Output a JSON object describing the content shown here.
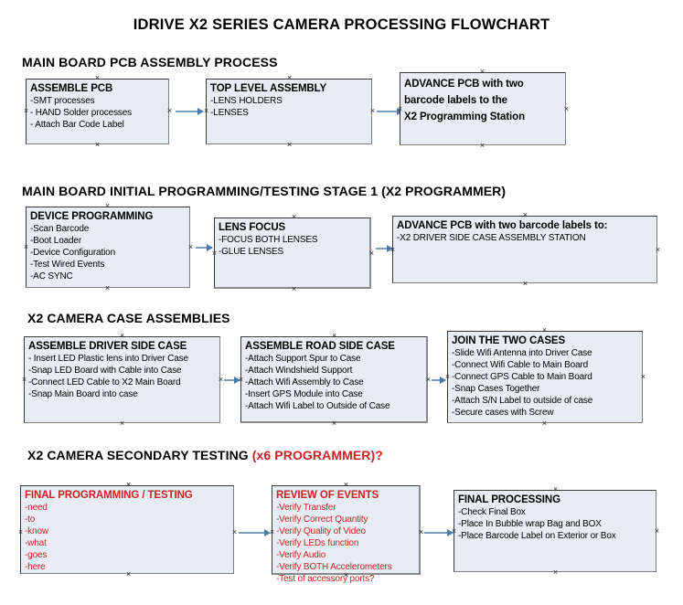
{
  "document": {
    "title": "IDRIVE X2  SERIES CAMERA PROCESSING FLOWCHART",
    "accent_red": "#CC2222",
    "box_fill": "#E8EDF5",
    "box_border": "#3A3A3A",
    "arrow_color": "#7D9DBE"
  },
  "sections": [
    {
      "heading": "MAIN BOARD PCB ASSEMBLY PROCESS",
      "heading_highlight": "",
      "nodes": [
        {
          "title": "ASSEMBLE PCB",
          "lines": [
            "-SMT processes",
            "- HAND Solder processes",
            "- Attach Bar Code Label"
          ]
        },
        {
          "title": "TOP LEVEL ASSEMBLY",
          "lines": [
            "-LENS HOLDERS",
            "-LENSES"
          ]
        },
        {
          "title": "ADVANCE PCB with two",
          "lines": [
            "barcode labels to the",
            " X2 Programming Station"
          ]
        }
      ]
    },
    {
      "heading": "MAIN BOARD INITIAL PROGRAMMING/TESTING STAGE 1 (X2 PROGRAMMER)",
      "heading_highlight": "",
      "nodes": [
        {
          "title": "DEVICE PROGRAMMING",
          "lines": [
            "-Scan Barcode",
            "-Boot Loader",
            "-Device Configuration",
            "-Test Wired Events",
            "-AC SYNC"
          ]
        },
        {
          "title": "LENS FOCUS",
          "lines": [
            "-FOCUS BOTH LENSES",
            "-GLUE LENSES"
          ]
        },
        {
          "title": "ADVANCE PCB with two barcode labels to:",
          "lines": [
            "-X2 DRIVER  SIDE  CASE  ASSEMBLY STATION"
          ]
        }
      ]
    },
    {
      "heading": "X2 CAMERA CASE ASSEMBLIES",
      "heading_highlight": "",
      "nodes": [
        {
          "title": "ASSEMBLE DRIVER SIDE CASE",
          "lines": [
            "- Insert LED Plastic lens into Driver Case",
            "-Snap LED Board with Cable into Case",
            "-Connect LED Cable to X2 Main Board",
            "-Snap Main Board into case"
          ]
        },
        {
          "title": "ASSEMBLE ROAD SIDE CASE",
          "lines": [
            "-Attach Support Spur to Case",
            "-Attach Windshield Support",
            "-Attach Wifi Assembly to Case",
            "-Insert GPS Module into Case",
            "-Attach Wifi Label to Outside of Case"
          ]
        },
        {
          "title": "JOIN THE TWO CASES",
          "lines": [
            "-Slide Wifi Antenna into Driver Case",
            "-Connect Wifi Cable to Main Board",
            "-Connect GPS Cable to Main Board",
            "-Snap Cases Together",
            "-Attach S/N Label to outside of case",
            "-Secure cases with Screw"
          ]
        }
      ]
    },
    {
      "heading": "X2 CAMERA SECONDARY TESTING ",
      "heading_highlight": "(x6 PROGRAMMER)?",
      "nodes": [
        {
          "title": "FINAL PROGRAMMING / TESTING",
          "lines": [
            "-need",
            "-to",
            "-know",
            "-what",
            "-goes",
            "-here"
          ]
        },
        {
          "title": "REVIEW OF EVENTS",
          "lines": [
            "-Verify Transfer",
            "-Verify Correct Quantity",
            "-Verify Quality of Video",
            "-Verify LEDs function",
            "-Verify Audio",
            "-Verify BOTH Accelerometers",
            "-Test of accessory ports?"
          ]
        },
        {
          "title": "FINAL PROCESSING",
          "lines": [
            " -Check Final Box",
            "-Place In Bubble wrap Bag and BOX",
            "-Place Barcode Label on Exterior or Box"
          ]
        }
      ]
    }
  ]
}
